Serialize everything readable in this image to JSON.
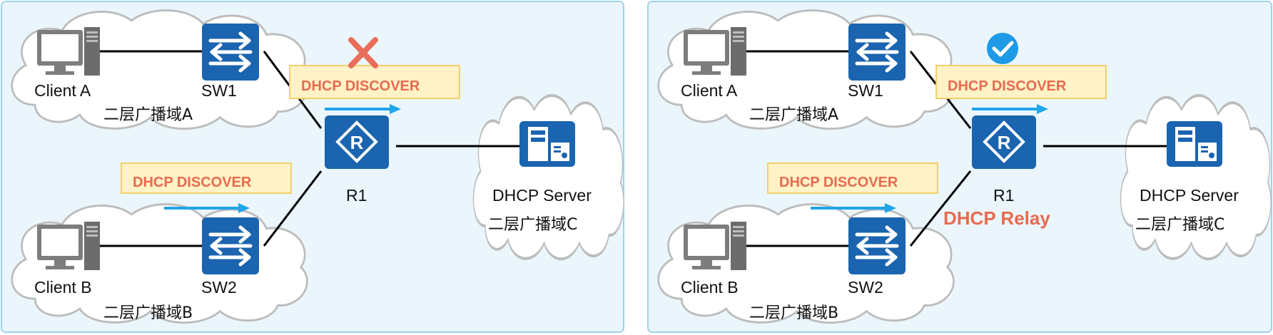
{
  "colors": {
    "panel_bg": "#eaf6fb",
    "panel_border": "#9fd3ea",
    "cloud_fill": "#ffffff",
    "cloud_stroke": "#bcbcbc",
    "device_blue": "#1a64b0",
    "message_box": "#fff2c6",
    "message_box_border": "#f3cf6a",
    "message_text": "#e86a4f",
    "arrow": "#1ea6ea",
    "fail_mark": "#ea6d5a",
    "ok_mark": "#1e9ae6",
    "link": "#000000"
  },
  "panels": [
    {
      "status": "blocked",
      "status_icon": "cross-icon",
      "client_a": "Client A",
      "client_b": "Client B",
      "sw1": "SW1",
      "sw2": "SW2",
      "router": "R1",
      "router_role": "",
      "server": "DHCP Server",
      "domain_a": "二层广播域A",
      "domain_b": "二层广播域B",
      "domain_c": "二层广播域C",
      "msg_top": "DHCP DISCOVER",
      "msg_bottom": "DHCP DISCOVER"
    },
    {
      "status": "forwarded",
      "status_icon": "check-icon",
      "client_a": "Client A",
      "client_b": "Client B",
      "sw1": "SW1",
      "sw2": "SW2",
      "router": "R1",
      "router_role": "DHCP Relay",
      "server": "DHCP Server",
      "domain_a": "二层广播域A",
      "domain_b": "二层广播域B",
      "domain_c": "二层广播域C",
      "msg_top": "DHCP DISCOVER",
      "msg_bottom": "DHCP DISCOVER"
    }
  ]
}
